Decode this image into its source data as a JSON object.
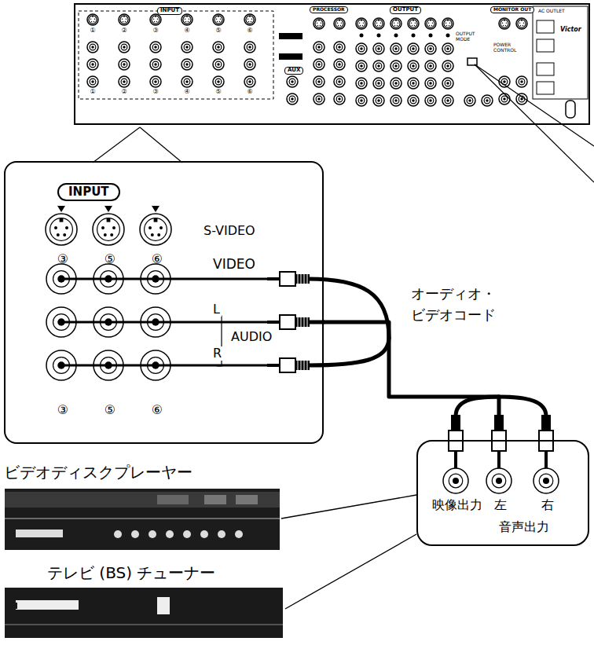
{
  "diagram": {
    "nodes": [
      {
        "text": [
          "INPUT",
          "S-VIDEO",
          "VIDEO",
          "L",
          "AUDIO",
          "R",
          "③",
          "⑤",
          "⑥",
          "③",
          "⑤",
          "⑥"
        ]
      },
      {
        "text": [
          "ビデオディスクプレーヤー"
        ]
      },
      {
        "text": [
          "テレビ (BS) チューナー"
        ]
      },
      {
        "text": [
          "映像出力",
          "左",
          "右",
          "音声出力"
        ]
      }
    ],
    "edges": [
      {
        "from": 3,
        "to": 0,
        "arrow": "none",
        "label": "オーディオ・ビデオコード"
      },
      {
        "from": 3,
        "to": 1,
        "arrow": "none"
      },
      {
        "from": 3,
        "to": 2,
        "arrow": "none"
      }
    ],
    "labels": [
      "INPUT",
      "PROCESSOR",
      "OUTPUT",
      "MONITOR OUT",
      "AC OUTLET",
      "Victor",
      "AUX",
      "POWER CONTROL",
      "OUTPUT MODE",
      "①",
      "②",
      "③",
      "④",
      "⑤",
      "⑥",
      "①",
      "②",
      "③",
      "④",
      "⑤",
      "⑥"
    ]
  }
}
